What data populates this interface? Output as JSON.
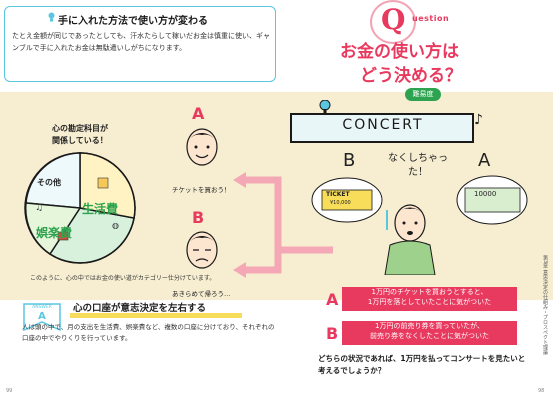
{
  "tip": {
    "title": "手に入れた方法で使い方が変わる",
    "text": "たとえ金額が同じであったとしても、汗水たらして稼いだお金は慎重に使い、ギャンブルで手に入れたお金は無駄遣いしがちになります。"
  },
  "question": {
    "q_letter": "Q",
    "q_word": "uestion",
    "line1": "お金の使い方は",
    "line2": "どう決める？",
    "difficulty": "難易度"
  },
  "pie": {
    "title_line1": "心の勘定科目が",
    "title_line2": "関係している！",
    "segments": [
      "その他",
      "生活費",
      "娯楽費"
    ],
    "caption": "このように、心の中ではお金の使い道がカテゴリー仕分けています。"
  },
  "scenario": {
    "a_label": "A",
    "a_caption": "チケットを買おう！",
    "b_label": "B",
    "b_caption": "あきらめて帰ろう…"
  },
  "concert": {
    "banner": "CONCERT",
    "speech": "なくしちゃった！",
    "label_b": "B",
    "label_a": "A",
    "ticket_line1": "TICKET",
    "ticket_line2": "¥10,000",
    "bill": "10000"
  },
  "options": {
    "a_label": "A",
    "a_line1": "1万円のチケットを買おうとすると、",
    "a_line2": "1万円を落としていたことに気がついた",
    "b_label": "B",
    "b_line1": "1万円の前売り券を買っていたが、",
    "b_line2": "前売り券をなくしたことに気がついた",
    "final_question": "どちらの状況であれば、1万円を払ってコンサートを見たいと考えるでしょうか？"
  },
  "answer": {
    "badge_word": "ANSWER",
    "badge_letter": "A",
    "title": "心の口座が意志決定を左右する",
    "text": "人は頭の中で、月の支出を生活費、娯楽費など、複数の口座に分けており、それぞれの口座の中でやりくりを行っています。"
  },
  "pages": {
    "left": "99",
    "right": "98",
    "side": "第3章 意思決定の仕組み・プロスペクト理論"
  },
  "colors": {
    "accent_red": "#e83a5f",
    "accent_blue": "#5ac6e0",
    "beige": "#f7eed2",
    "green": "#2ea34f"
  }
}
